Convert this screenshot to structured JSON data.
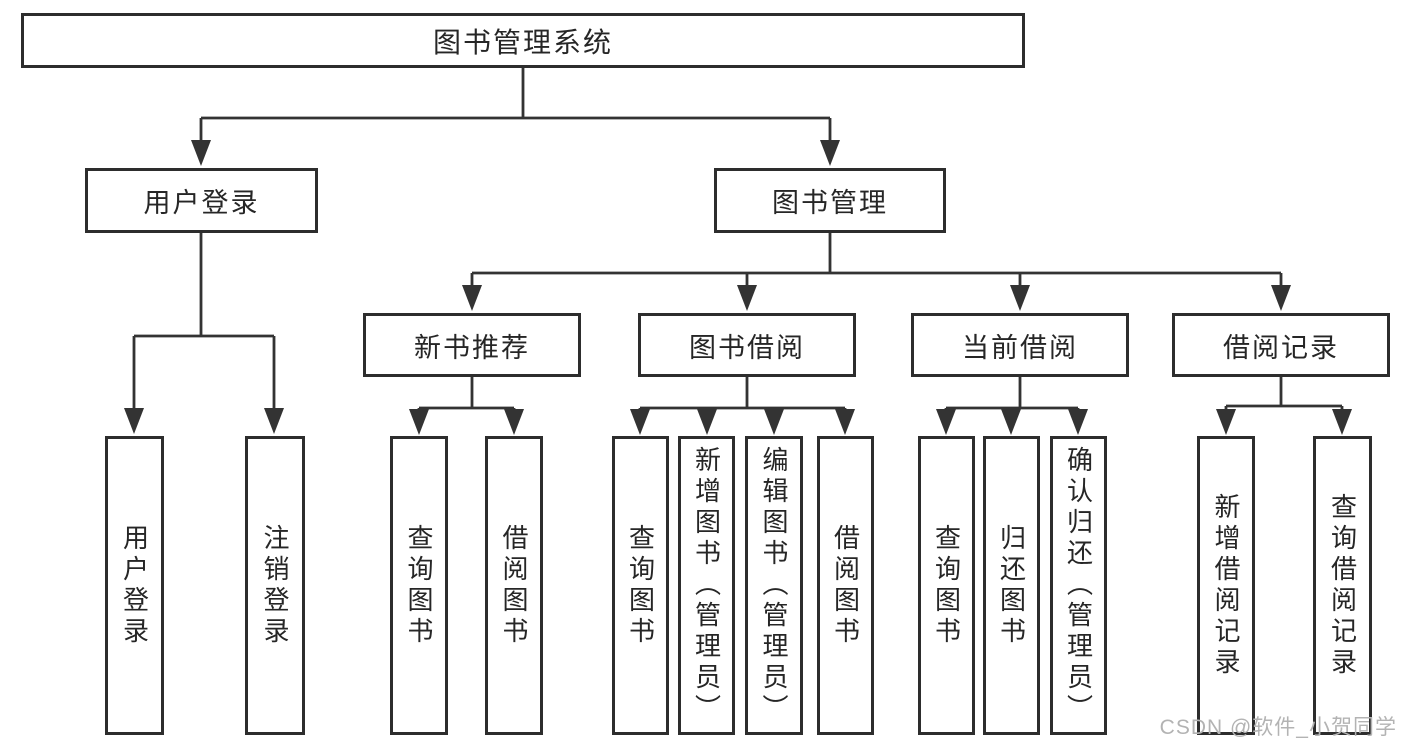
{
  "diagram": {
    "type": "tree",
    "root": {
      "label": "图书管理系统",
      "children": [
        {
          "label": "用户登录",
          "children": [
            {
              "label": "用户登录"
            },
            {
              "label": "注销登录"
            }
          ]
        },
        {
          "label": "图书管理",
          "children": [
            {
              "label": "新书推荐",
              "children": [
                {
                  "label": "查询图书"
                },
                {
                  "label": "借阅图书"
                }
              ]
            },
            {
              "label": "图书借阅",
              "children": [
                {
                  "label": "查询图书"
                },
                {
                  "label": "新增图书（管理员）"
                },
                {
                  "label": "编辑图书（管理员）"
                },
                {
                  "label": "借阅图书"
                }
              ]
            },
            {
              "label": "当前借阅",
              "children": [
                {
                  "label": "查询图书"
                },
                {
                  "label": "归还图书"
                },
                {
                  "label": "确认归还（管理员）"
                }
              ]
            },
            {
              "label": "借阅记录",
              "children": [
                {
                  "label": "新增借阅记录"
                },
                {
                  "label": "查询借阅记录"
                }
              ]
            }
          ]
        }
      ]
    },
    "watermark": "CSDN @软件_小贺同学",
    "colors": {
      "line": "#333333",
      "box_border": "#2d2d2d",
      "box_bg": "#ffffff",
      "text": "#262626",
      "watermark": "#b3b3b3"
    }
  }
}
